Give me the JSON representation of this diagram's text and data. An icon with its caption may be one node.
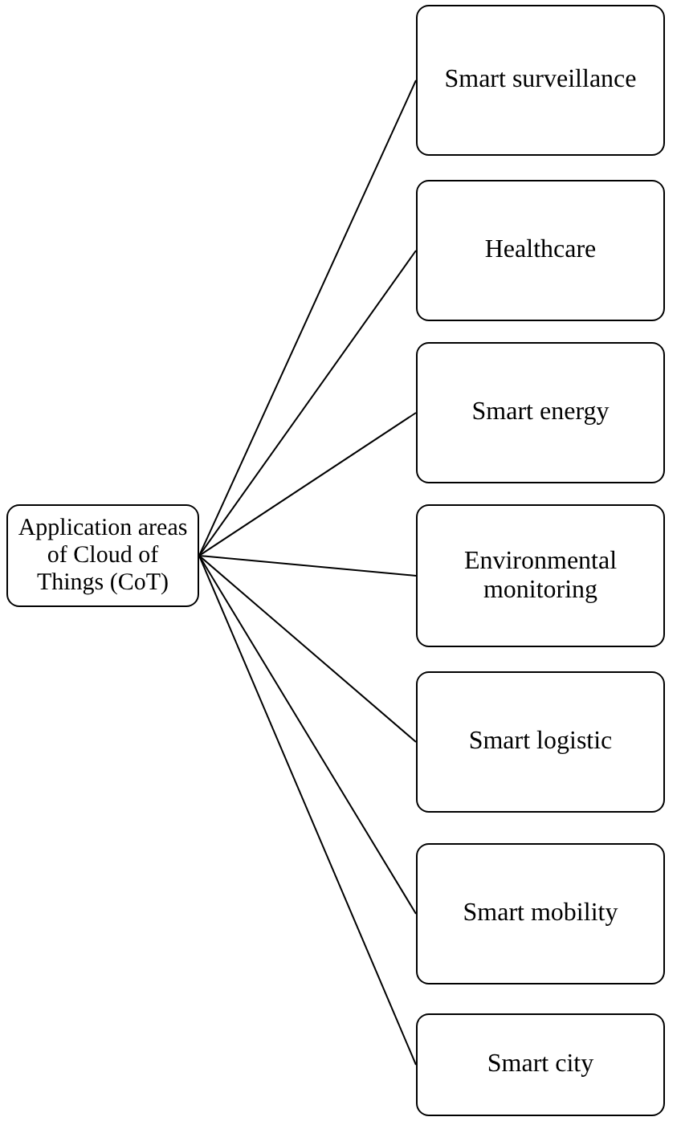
{
  "diagram": {
    "nodes": [
      {
        "text": [
          "Application areas of Cloud of Things (CoT)"
        ]
      },
      {
        "text": [
          "Smart surveillance"
        ]
      },
      {
        "text": [
          "Healthcare"
        ]
      },
      {
        "text": [
          "Smart energy"
        ]
      },
      {
        "text": [
          "Environmental monitoring"
        ]
      },
      {
        "text": [
          "Smart logistic"
        ]
      },
      {
        "text": [
          "Smart mobility"
        ]
      },
      {
        "text": [
          "Smart city"
        ]
      }
    ],
    "edges": [
      {
        "from": 0,
        "to": 1,
        "arrow": "none"
      },
      {
        "from": 0,
        "to": 2,
        "arrow": "none"
      },
      {
        "from": 0,
        "to": 3,
        "arrow": "none"
      },
      {
        "from": 0,
        "to": 4,
        "arrow": "none"
      },
      {
        "from": 0,
        "to": 5,
        "arrow": "none"
      },
      {
        "from": 0,
        "to": 6,
        "arrow": "none"
      },
      {
        "from": 0,
        "to": 7,
        "arrow": "none"
      }
    ]
  }
}
